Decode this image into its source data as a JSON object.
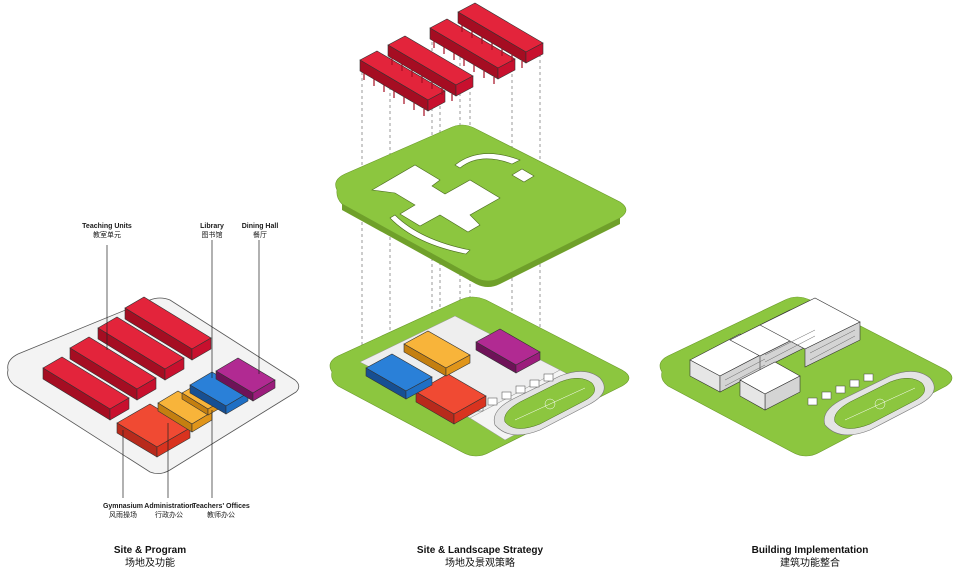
{
  "panels": [
    {
      "en": "Site & Program",
      "zh": "场地及功能"
    },
    {
      "en": "Site & Landscape Strategy",
      "zh": "场地及景观策略"
    },
    {
      "en": "Building Implementation",
      "zh": "建筑功能整合"
    }
  ],
  "program_labels": {
    "teaching": {
      "en": "Teaching Units",
      "zh": "教室单元"
    },
    "library": {
      "en": "Library",
      "zh": "图书馆"
    },
    "dining": {
      "en": "Dining Hall",
      "zh": "餐厅"
    },
    "gym": {
      "en": "Gymnasium",
      "zh": "风雨操场"
    },
    "admin": {
      "en": "Administration",
      "zh": "行政办公"
    },
    "teachers": {
      "en": "Teachers' Offices",
      "zh": "教师办公"
    }
  },
  "colors": {
    "teaching": "#c8102e",
    "gym": "#e8352a",
    "admin": "#f5a623",
    "library": "#1f6fc4",
    "dining": "#9b1c7c",
    "green": "#8cc63f",
    "site": "#f2f2f2"
  }
}
